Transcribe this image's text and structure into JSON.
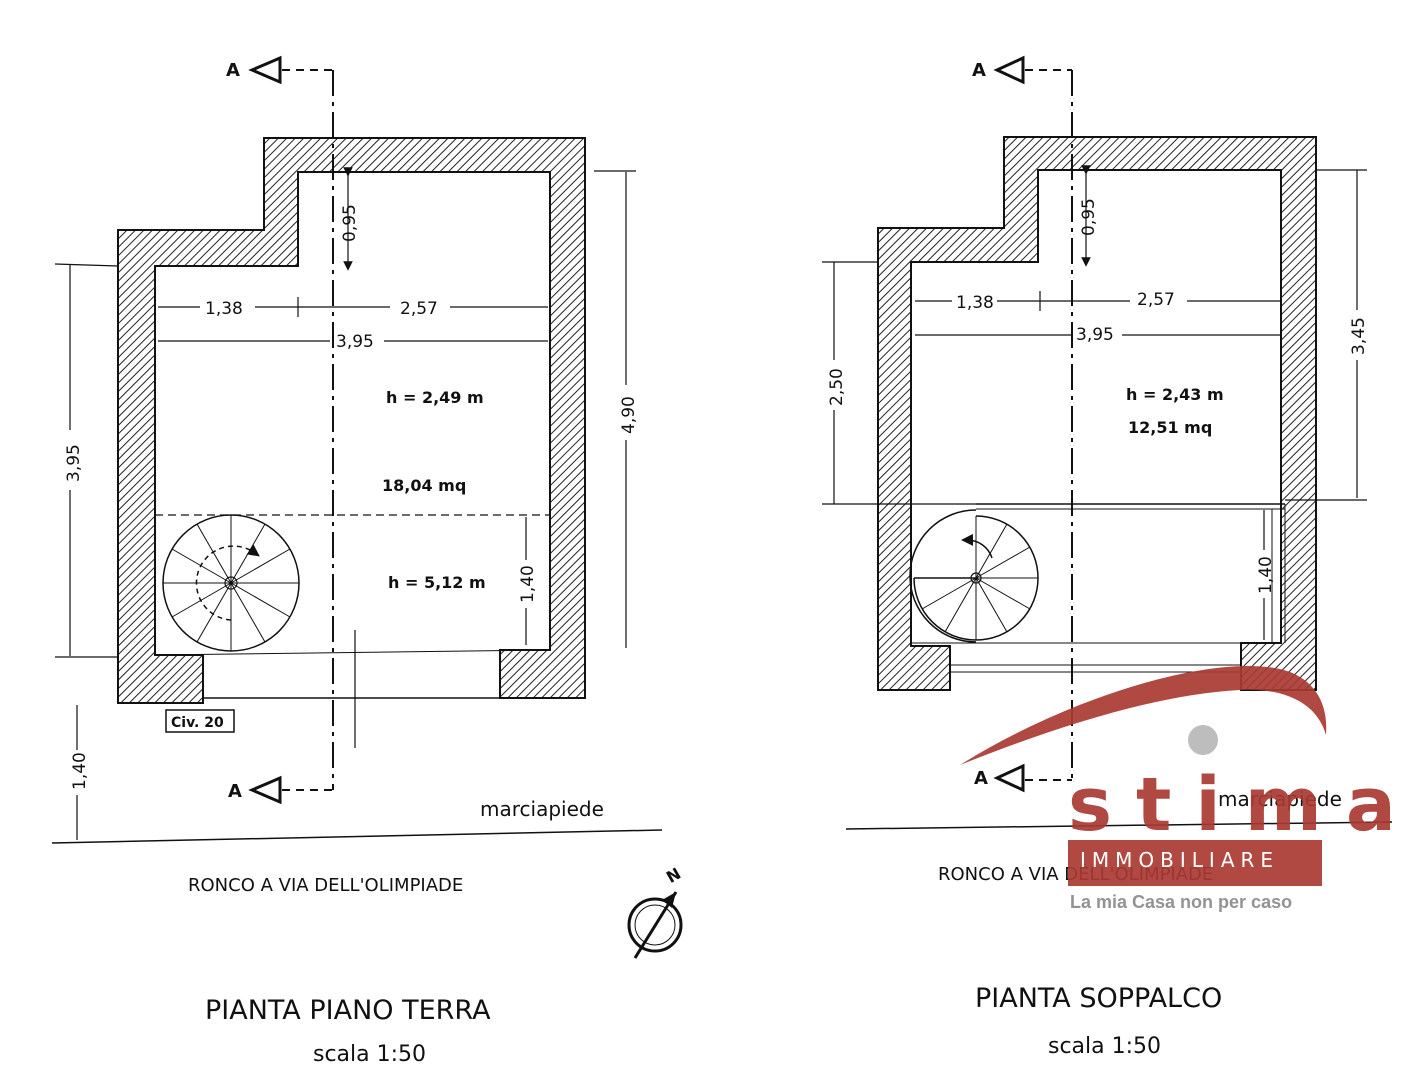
{
  "plans": [
    {
      "title": "PIANTA PIANO TERRA",
      "scale": "scala 1:50",
      "street": "RONCO A VIA DELL'OLIMPIADE",
      "sidewalk": "marciapiede",
      "civic": "Civ. 20",
      "section_mark": "A",
      "height_main": "h = 2,49 m",
      "area": "18,04 mq",
      "height_low": "h = 5,12 m",
      "dims": {
        "top_notch": "0,95",
        "left_part": "1,38",
        "right_part": "2,57",
        "total_width": "3,95",
        "left_height": "3,95",
        "right_height": "4,90",
        "stair_depth": "1,40",
        "setback": "1,40"
      }
    },
    {
      "title": "PIANTA SOPPALCO",
      "scale": "scala 1:50",
      "street": "RONCO A VIA DELL'OLIMPIADE",
      "sidewalk": "marciapiede",
      "section_mark": "A",
      "height_main": "h = 2,43 m",
      "area": "12,51 mq",
      "dims": {
        "top_notch": "0,95",
        "left_part": "1,38",
        "right_part": "2,57",
        "total_width": "3,95",
        "left_height": "2,50",
        "right_height": "3,45",
        "stair_depth": "1,40"
      }
    }
  ],
  "compass": {
    "label": "N"
  },
  "watermark": {
    "brand": "stima",
    "sub": "IMMOBILIARE",
    "tagline": "La mia Casa non per caso",
    "color": "#a93a33"
  }
}
